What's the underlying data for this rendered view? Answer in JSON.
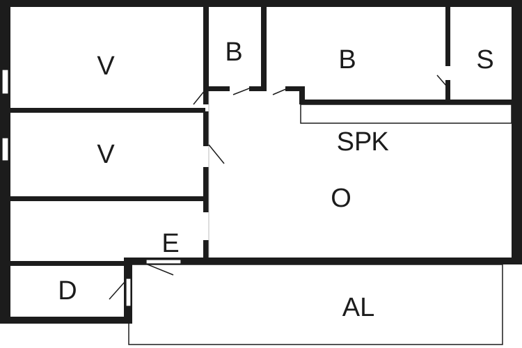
{
  "plan": {
    "rooms": [
      {
        "id": "v1",
        "label": "V"
      },
      {
        "id": "b1",
        "label": "B"
      },
      {
        "id": "b2",
        "label": "B"
      },
      {
        "id": "s",
        "label": "S"
      },
      {
        "id": "v2",
        "label": "V"
      },
      {
        "id": "o",
        "label": "O"
      },
      {
        "id": "e",
        "label": "E"
      },
      {
        "id": "d",
        "label": "D"
      },
      {
        "id": "al",
        "label": "AL"
      }
    ],
    "spk": {
      "part1": "SP",
      "part2": "K"
    },
    "colors": {
      "wall": "#1c1c1c",
      "background": "#ffffff"
    }
  }
}
